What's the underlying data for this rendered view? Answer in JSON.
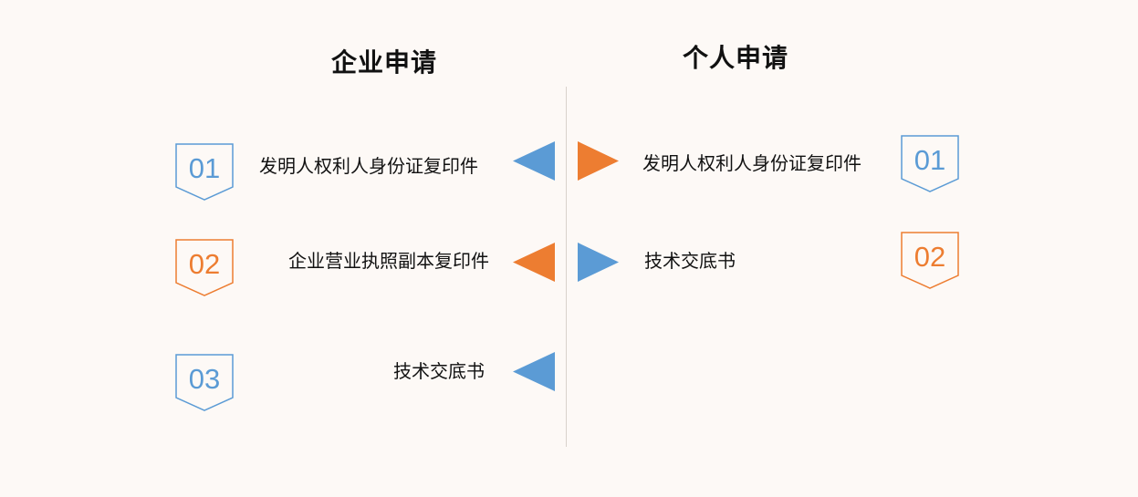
{
  "colors": {
    "background": "#fdf9f6",
    "blue": "#5b9bd5",
    "orange": "#ed7d31",
    "divider": "#d9d2cc",
    "text": "#111111"
  },
  "left": {
    "title": "企业申请",
    "items": [
      {
        "number": "01",
        "text": "发明人权利人身份证复印件",
        "color": "blue",
        "arrow": "left"
      },
      {
        "number": "02",
        "text": "企业营业执照副本复印件",
        "color": "orange",
        "arrow": "left"
      },
      {
        "number": "03",
        "text": "技术交底书",
        "color": "blue",
        "arrow": "left"
      }
    ]
  },
  "right": {
    "title": "个人申请",
    "items": [
      {
        "number": "01",
        "text": "发明人权利人身份证复印件",
        "color": "blue",
        "arrow": "right"
      },
      {
        "number": "02",
        "text": "技术交底书",
        "color": "orange",
        "arrow": "right"
      }
    ]
  }
}
